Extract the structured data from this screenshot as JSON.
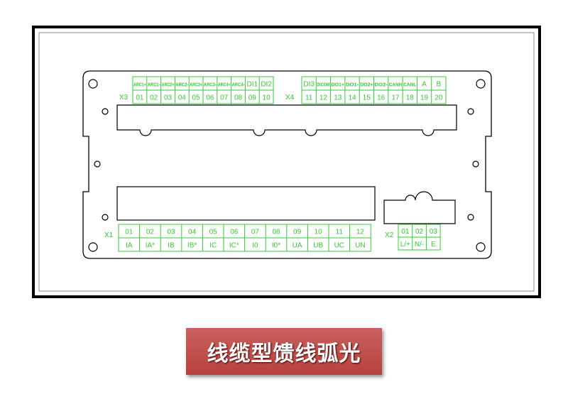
{
  "diagram": {
    "x3": {
      "label": "X3",
      "signals": [
        "ARC1+",
        "ARC1-",
        "ARC2+",
        "ARC2-",
        "ARC3+",
        "ARC3-",
        "ARC4+",
        "ARC4-",
        "DI1",
        "DI2"
      ],
      "numbers": [
        "01",
        "02",
        "03",
        "04",
        "05",
        "06",
        "07",
        "08",
        "09",
        "10"
      ]
    },
    "x4": {
      "label": "X4",
      "signals": [
        "DI3",
        "DICOM",
        "DO1+",
        "DO1-",
        "DO2+",
        "DO2-",
        "CANH",
        "CANL",
        "A",
        "B"
      ],
      "numbers": [
        "11",
        "12",
        "13",
        "14",
        "15",
        "16",
        "17",
        "18",
        "19",
        "20"
      ]
    },
    "x1": {
      "label": "X1",
      "numbers": [
        "01",
        "02",
        "03",
        "04",
        "05",
        "06",
        "07",
        "08",
        "09",
        "10",
        "11",
        "12"
      ],
      "signals": [
        "IA",
        "IA*",
        "IB",
        "IB*",
        "IC",
        "IC*",
        "I0",
        "I0*",
        "UA",
        "UB",
        "UC",
        "UN"
      ]
    },
    "x2": {
      "label": "X2",
      "numbers": [
        "01",
        "02",
        "03"
      ],
      "signals": [
        "L/+",
        "N/-",
        "E"
      ]
    },
    "line_color": "#33cc33"
  },
  "caption": "线缆型馈线弧光"
}
